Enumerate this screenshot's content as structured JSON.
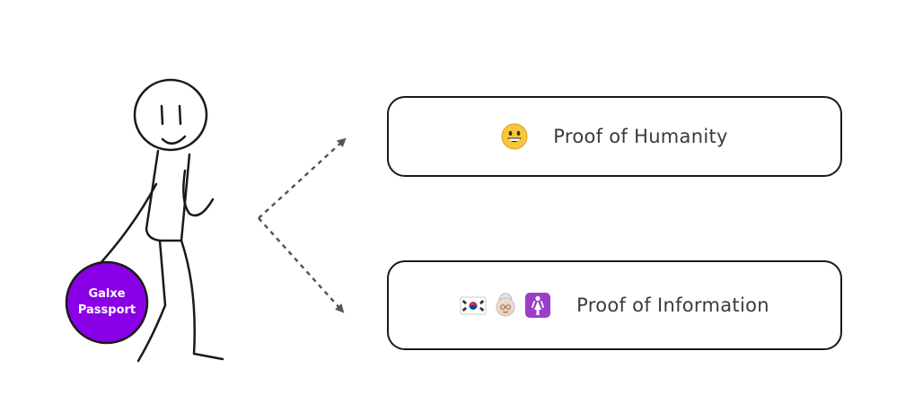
{
  "passport": {
    "line1": "Galxe",
    "line2": "Passport",
    "color": "#8a00e6"
  },
  "boxes": {
    "humanity": {
      "label": "Proof of Humanity",
      "emoji_icons": [
        "grinning-face-icon"
      ]
    },
    "information": {
      "label": "Proof of Information",
      "emoji_icons": [
        "korea-flag-icon",
        "old-woman-icon",
        "womens-room-icon"
      ]
    }
  },
  "colors": {
    "stroke": "#1a1a1a",
    "arrow": "#555555",
    "text": "#3a3a3a"
  }
}
